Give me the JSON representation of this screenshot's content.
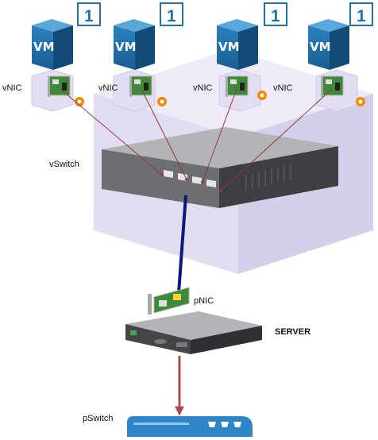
{
  "vms": [
    {
      "label": "VM",
      "badge": "1",
      "nic_label": "vNIC"
    },
    {
      "label": "VM",
      "badge": "1",
      "nic_label": "vNIC"
    },
    {
      "label": "VM",
      "badge": "1",
      "nic_label": "vNIC"
    },
    {
      "label": "VM",
      "badge": "1",
      "nic_label": "vNIC"
    }
  ],
  "vswitch": {
    "label": "vSwitch"
  },
  "pnic": {
    "label": "pNIC"
  },
  "server": {
    "label": "SERVER"
  },
  "pswitch": {
    "label": "pSwitch"
  },
  "colors": {
    "host_box": "#dcd6ee",
    "vm_blue": "#1f6da6",
    "nic_line": "#8e3b3b",
    "uplink": "#0a1a7a",
    "server_link": "#b04848",
    "pswitch_blue": "#2e86c8",
    "gear": "#f08a00"
  }
}
